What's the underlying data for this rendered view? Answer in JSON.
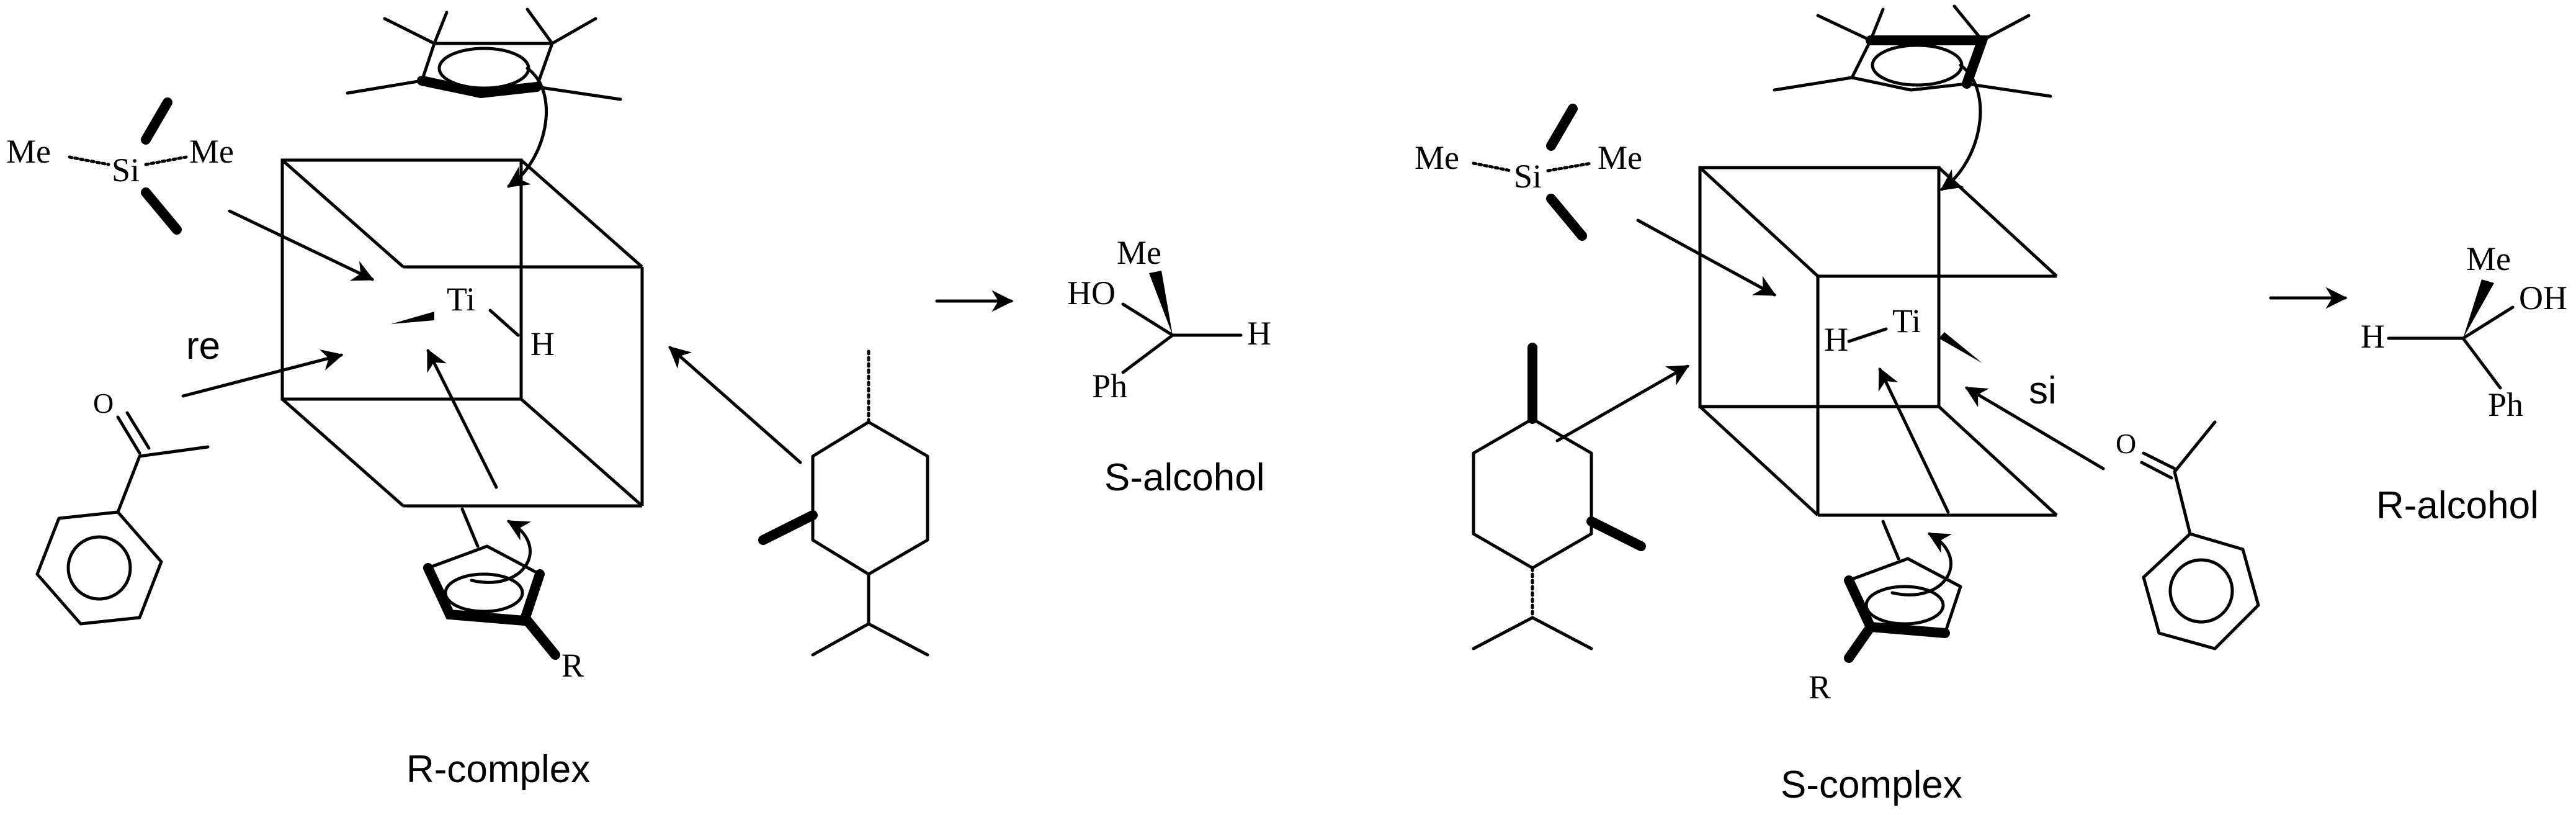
{
  "left_panel": {
    "si_label": "Si",
    "me_left": "Me",
    "me_right": "Me",
    "ti_label": "Ti",
    "hydride_label": "H",
    "face_label": "re",
    "ketone_oxygen": "O",
    "cp_substituent": "R",
    "complex_caption": "R-complex"
  },
  "left_product": {
    "me_label": "Me",
    "ho_label": "HO",
    "h_label": "H",
    "ph_label": "Ph",
    "caption": "S-alcohol"
  },
  "right_panel": {
    "si_label": "Si",
    "me_left": "Me",
    "me_right": "Me",
    "ti_label": "Ti",
    "hydride_label": "H",
    "face_label": "si",
    "ketone_oxygen": "O",
    "cp_substituent": "R",
    "complex_caption": "S-complex"
  },
  "right_product": {
    "me_label": "Me",
    "oh_label": "OH",
    "h_label": "H",
    "ph_label": "Ph",
    "caption": "R-alcohol"
  }
}
